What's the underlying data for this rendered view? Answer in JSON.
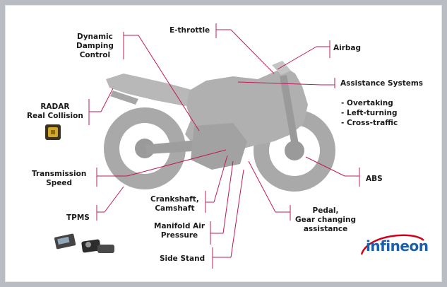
{
  "labels": {
    "dynamic_damping": [
      "Dynamic",
      "Damping",
      "Control"
    ],
    "e_throttle": "E-throttle",
    "airbag": "Airbag",
    "assistance_systems": "Assistance Systems",
    "assistance_items": [
      "- Overtaking",
      "- Left-turning",
      "- Cross-traffic"
    ],
    "radar": [
      "RADAR",
      "Real Collision"
    ],
    "transmission_speed": [
      "Transmission",
      "Speed"
    ],
    "abs": "ABS",
    "tpms": "TPMS",
    "crankshaft": [
      "Crankshaft,",
      "Camshaft"
    ],
    "manifold": [
      "Manifold Air",
      "Pressure"
    ],
    "pedal": [
      "Pedal,",
      "Gear changing",
      "assistance"
    ],
    "side_stand": "Side Stand"
  },
  "logo": {
    "text": "infineon"
  },
  "colors": {
    "connector": "#c2185b",
    "bike": "#b3b3b3",
    "bike_dark": "#9a9a9a",
    "frame_border": "#b9bdc3",
    "logo_blue": "#1c5fa8",
    "logo_red": "#d0021b"
  }
}
